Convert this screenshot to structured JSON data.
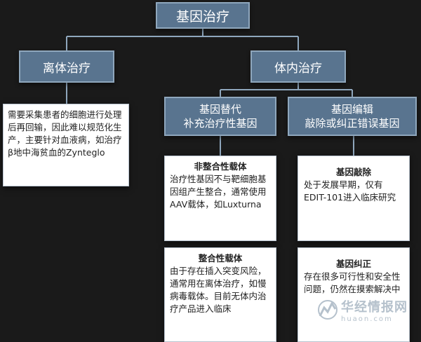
{
  "root": {
    "label": "基因治疗"
  },
  "ex_vivo": {
    "label": "离体治疗",
    "description": "需要采集患者的细胞进行处理后再回输，因此难以规范化生产，主要针对血液病，如治疗β地中海贫血的Zynteglo"
  },
  "in_vivo": {
    "label": "体内治疗",
    "replacement": {
      "line1": "基因替代",
      "line2": "补充治疗性基因",
      "cards": [
        {
          "title": "非整合性载体",
          "body": "治疗性基因不与靶细胞基因组产生整合，通常使用AAV载体，如Luxturna"
        },
        {
          "title": "整合性载体",
          "body": "由于存在插入突变风险，通常用在离体治疗，如慢病毒载体。目前无体内治疗产品进入临床"
        }
      ]
    },
    "editing": {
      "line1": "基因编辑",
      "line2": "敲除或纠正错误基因",
      "cards": [
        {
          "title": "基因敲除",
          "body": "处于发展早期，仅有EDIT-101进入临床研究"
        },
        {
          "title": "基因纠正",
          "body": "存在很多可行性和安全性问题，仍然在摸索解决中"
        }
      ]
    }
  },
  "watermark": {
    "cn": "华经情报网",
    "en": "huaon.com"
  },
  "colors": {
    "background": "#1a1a1a",
    "header_fill": "#59748f",
    "connector": "#8fa7bd",
    "card_fill": "#ffffff"
  }
}
